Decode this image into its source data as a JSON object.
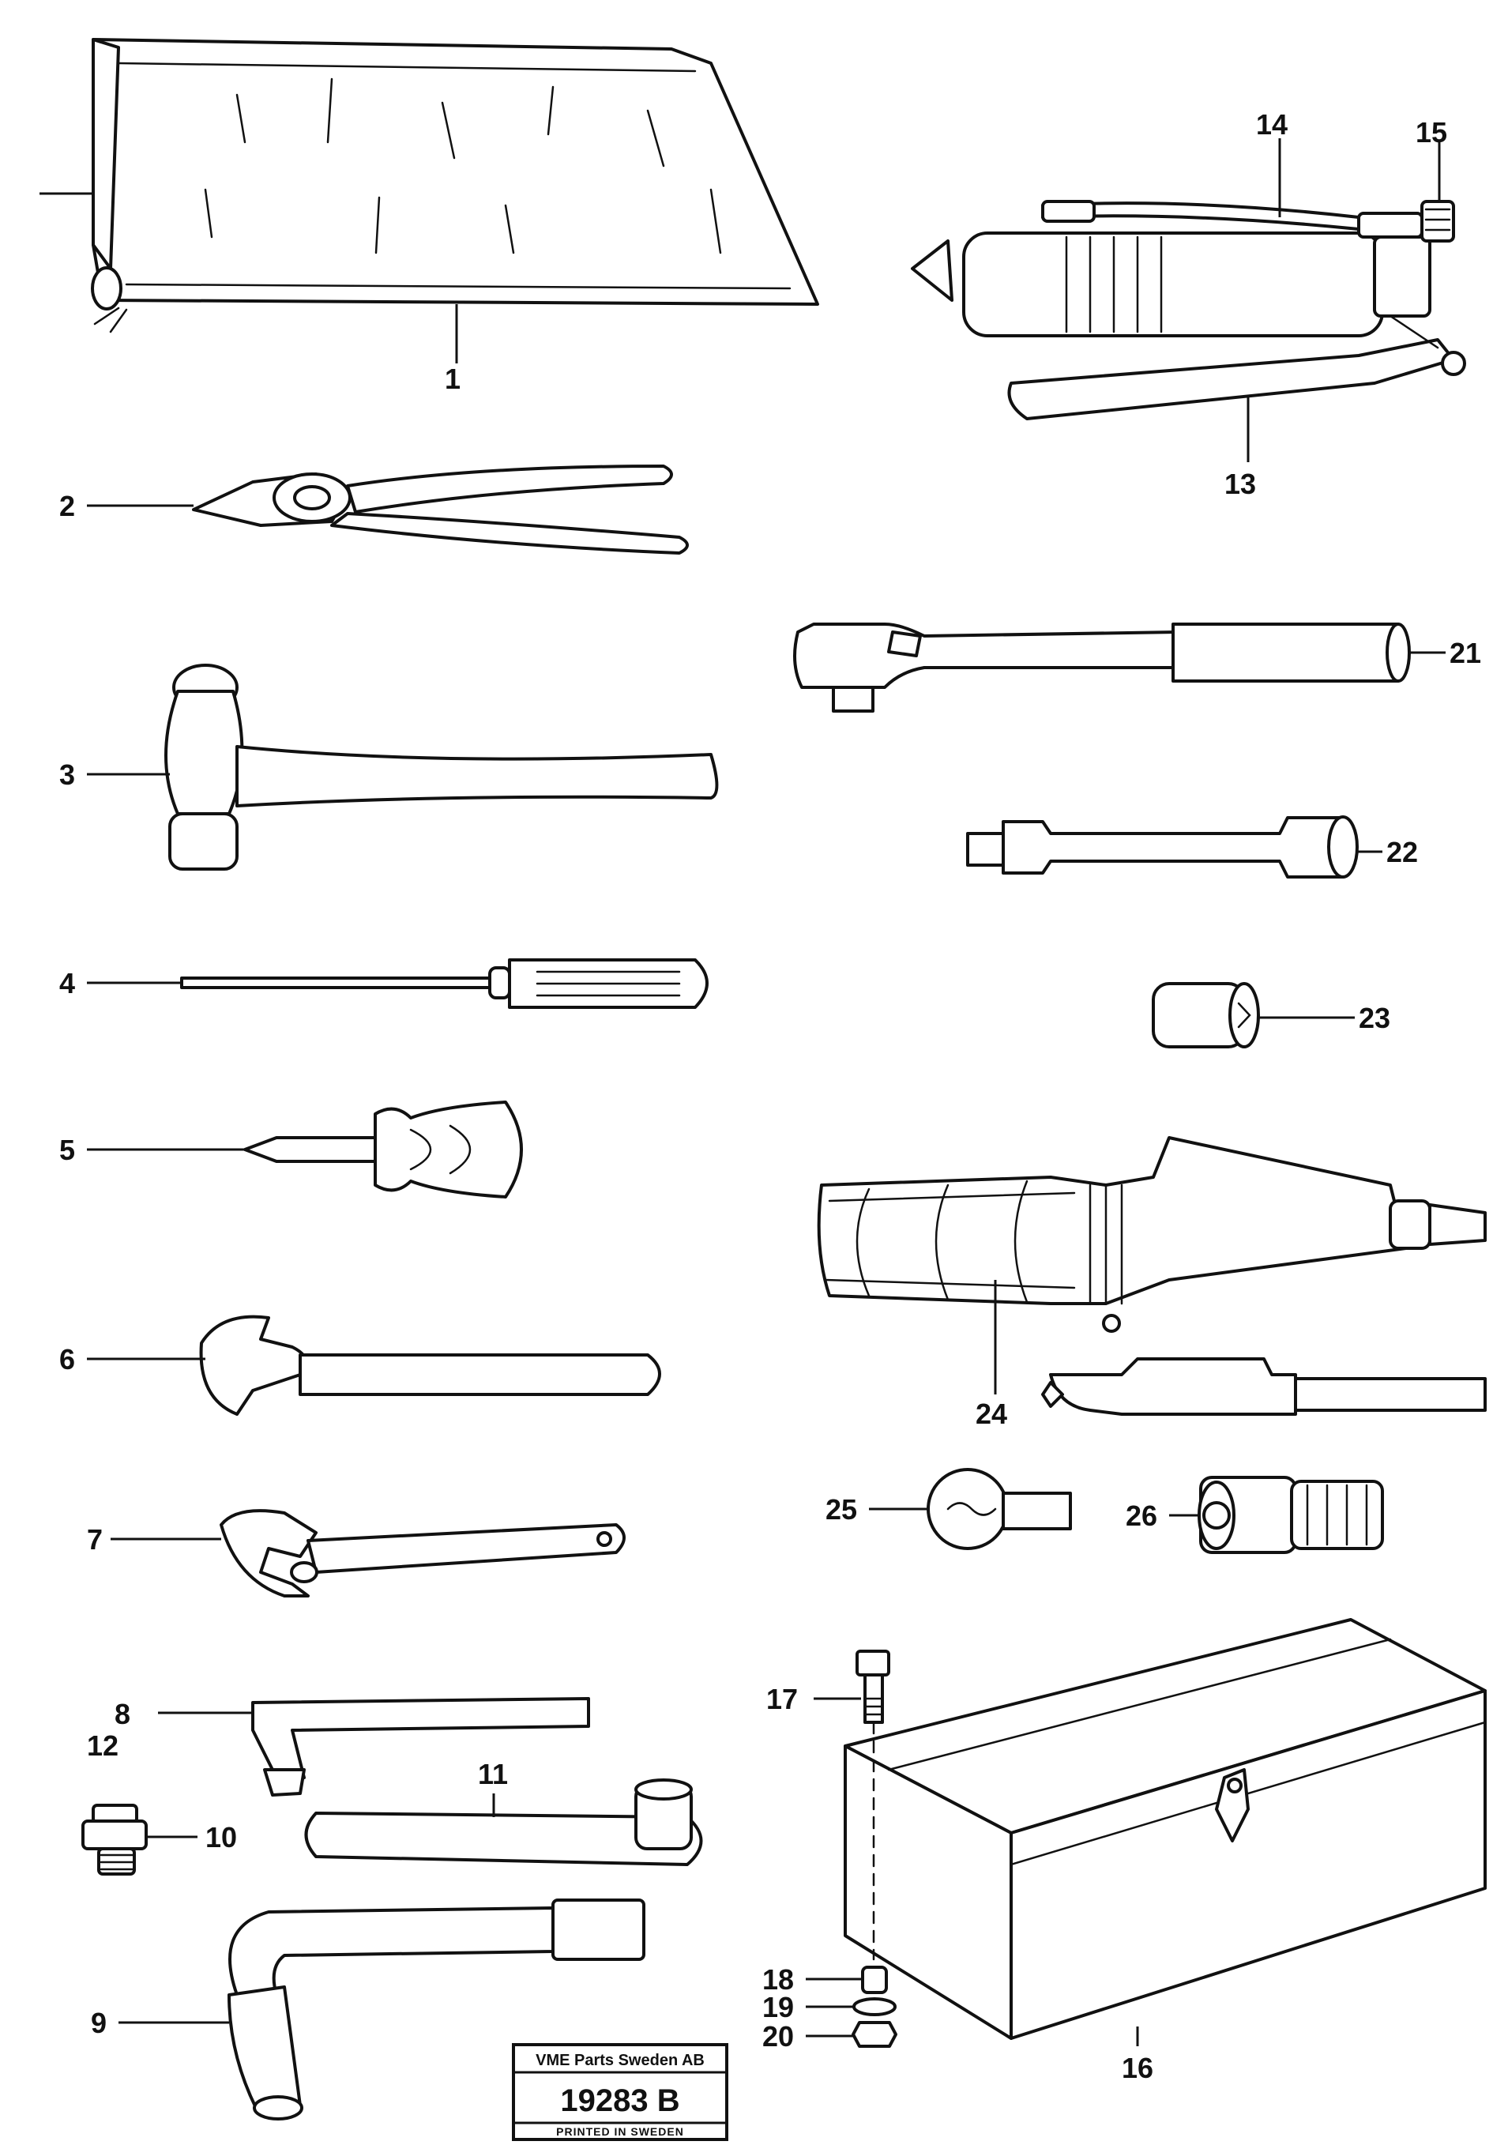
{
  "parts": [
    {
      "id": "tool-bag",
      "label": "1"
    },
    {
      "id": "pliers",
      "label": "2"
    },
    {
      "id": "hammer",
      "label": "3"
    },
    {
      "id": "screwdriver-flat",
      "label": "4"
    },
    {
      "id": "screwdriver-stubby",
      "label": "5"
    },
    {
      "id": "open-end-wrench",
      "label": "6"
    },
    {
      "id": "adjustable-wrench",
      "label": "7"
    },
    {
      "id": "hex-key",
      "label": "8"
    },
    {
      "id": "hex-key-alt",
      "label": "12"
    },
    {
      "id": "socket-l-wrench",
      "label": "9"
    },
    {
      "id": "nipple",
      "label": "10"
    },
    {
      "id": "flat-bar-wrench",
      "label": "11"
    },
    {
      "id": "grease-gun-lever",
      "label": "13"
    },
    {
      "id": "grease-hose",
      "label": "14"
    },
    {
      "id": "grease-coupler",
      "label": "15"
    },
    {
      "id": "tool-box",
      "label": "16"
    },
    {
      "id": "bolt",
      "label": "17"
    },
    {
      "id": "spacer",
      "label": "18"
    },
    {
      "id": "washer",
      "label": "19"
    },
    {
      "id": "nut",
      "label": "20"
    },
    {
      "id": "ratchet-handle",
      "label": "21"
    },
    {
      "id": "extension-bar",
      "label": "22"
    },
    {
      "id": "socket",
      "label": "23"
    },
    {
      "id": "inspection-lamp",
      "label": "24"
    },
    {
      "id": "bulb",
      "label": "25"
    },
    {
      "id": "connector",
      "label": "26"
    }
  ],
  "stamp": {
    "company": "VME Parts Sweden AB",
    "number": "19283 B",
    "printed": "PRINTED IN SWEDEN"
  }
}
